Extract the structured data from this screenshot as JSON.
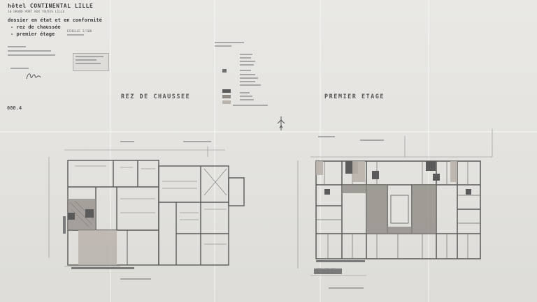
{
  "header": {
    "title": "hôtel CONTINENTAL LILLE",
    "address": "10 GRAND PORT AUX TOUYES LILLE",
    "subtitle_line1": "dossier en état et en conformité",
    "subtitle_line2": "- rez de chaussée",
    "subtitle_line3": "- premier étage",
    "sub_note": "ECHELLE 1/100"
  },
  "sheet_number": "080.4",
  "plans": {
    "left_title": "REZ DE CHAUSSEE",
    "right_title": "PREMIER ETAGE"
  },
  "colors": {
    "paper": "#e6e5e1",
    "ink": "#4a4a4a",
    "wall_dark": "#5a5a5a",
    "hatch": "#8f8a84",
    "shade": "#b9b2ab"
  },
  "icons": {
    "compass": "north-arrow-icon",
    "signature": "signature-mark"
  }
}
